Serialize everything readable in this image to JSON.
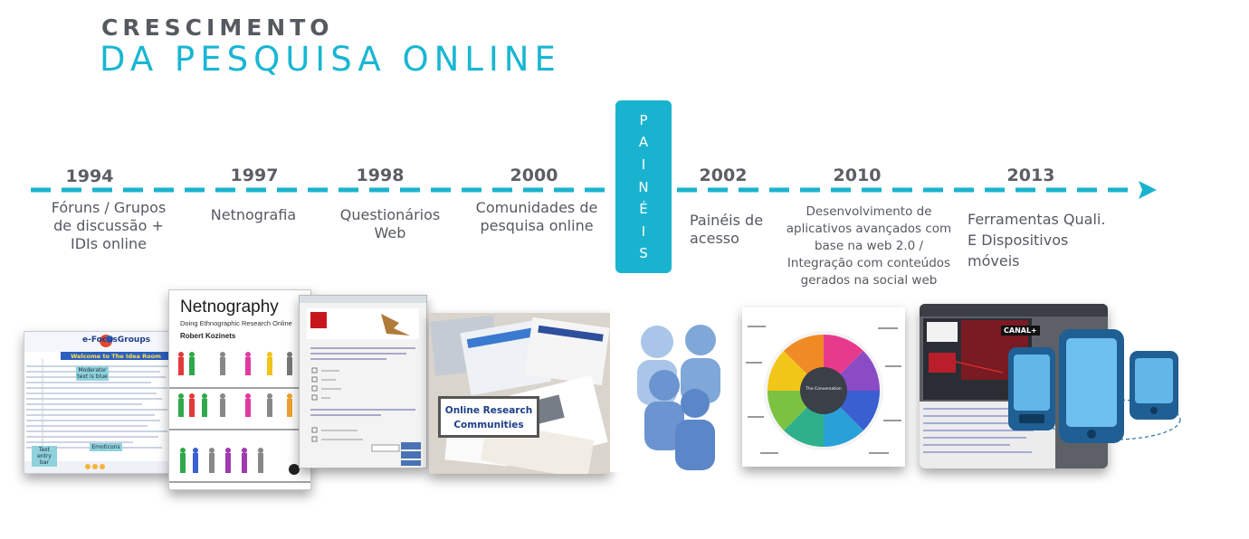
{
  "title": {
    "line1": "CRESCIMENTO",
    "line2": "DA PESQUISA ONLINE"
  },
  "colors": {
    "accent": "#1AB3CF",
    "text": "#555A60"
  },
  "timeline": [
    {
      "year": "1994",
      "label_lines": [
        "Fóruns / Grupos",
        "de discussão +",
        "IDIs online"
      ]
    },
    {
      "year": "1997",
      "label_lines": [
        "Netnografia"
      ]
    },
    {
      "year": "1998",
      "label_lines": [
        "Questionários",
        "Web"
      ]
    },
    {
      "year": "2000",
      "label_lines": [
        "Comunidades de",
        "pesquisa online"
      ]
    },
    {
      "year": "2002",
      "label_lines": [
        "Painéis de",
        "acesso"
      ]
    },
    {
      "year": "2010",
      "label_lines": [
        "Desenvolvimento de",
        "aplicativos avançados com",
        "base na web 2.0 /",
        "Integração com conteúdos",
        "gerados na social web"
      ]
    },
    {
      "year": "2013",
      "label_lines": [
        "Ferramentas Quali.",
        "E Dispositivos",
        "móveis"
      ]
    }
  ],
  "paineis": {
    "letters": [
      "P",
      "A",
      "I",
      "N",
      "É",
      "I",
      "S"
    ]
  },
  "images": {
    "efocus": {
      "brand": "e-FocusGroups",
      "banner": "Welcome to The Idea Room",
      "callouts": [
        "Moderator text is blue",
        "Emoticons",
        "Text entry bar"
      ]
    },
    "netnography": {
      "title": "Netnography",
      "subtitle": "Doing Ethnographic Research Online",
      "author": "Robert Kozinets"
    },
    "communities": {
      "label_line1": "Online Research",
      "label_line2": "Communities"
    },
    "conversation": {
      "center_line1": "The Conversation"
    },
    "mobile": {
      "brand": "CANAL+"
    }
  }
}
